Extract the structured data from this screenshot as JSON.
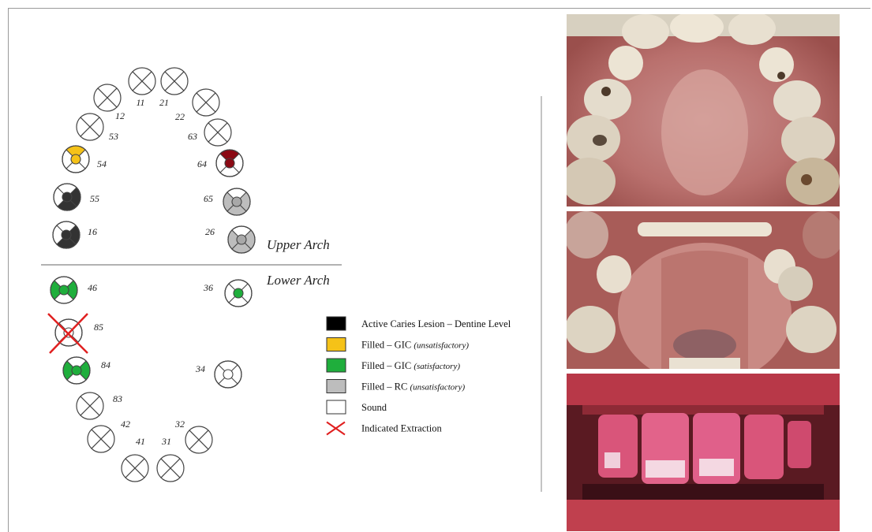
{
  "arch_labels": {
    "upper": "Upper Arch",
    "lower": "Lower Arch"
  },
  "teeth": [
    {
      "id": "11",
      "status": "sound"
    },
    {
      "id": "21",
      "status": "sound"
    },
    {
      "id": "12",
      "status": "sound"
    },
    {
      "id": "22",
      "status": "sound"
    },
    {
      "id": "53",
      "status": "sound"
    },
    {
      "id": "63",
      "status": "sound"
    },
    {
      "id": "54",
      "status": "filled-gic-unsatisfactory"
    },
    {
      "id": "64",
      "status": "active-caries"
    },
    {
      "id": "55",
      "status": "active-caries"
    },
    {
      "id": "65",
      "status": "filled-rc-unsatisfactory"
    },
    {
      "id": "16",
      "status": "active-caries"
    },
    {
      "id": "26",
      "status": "filled-rc-unsatisfactory"
    },
    {
      "id": "46",
      "status": "filled-gic-satisfactory"
    },
    {
      "id": "36",
      "status": "filled-gic-satisfactory"
    },
    {
      "id": "85",
      "status": "indicated-extraction"
    },
    {
      "id": "84",
      "status": "filled-gic-satisfactory"
    },
    {
      "id": "34",
      "status": "sound"
    },
    {
      "id": "83",
      "status": "sound"
    },
    {
      "id": "42",
      "status": "sound"
    },
    {
      "id": "32",
      "status": "sound"
    },
    {
      "id": "41",
      "status": "sound"
    },
    {
      "id": "31",
      "status": "sound"
    }
  ],
  "legend": [
    {
      "key": "active-caries",
      "label": "Active Caries Lesion – Dentine Level",
      "note": "",
      "color": "#000000"
    },
    {
      "key": "filled-gic-unsatisfactory",
      "label": "Filled – GIC ",
      "note": "(unsatisfactory)",
      "color": "#f5c218"
    },
    {
      "key": "filled-gic-satisfactory",
      "label": "Filled – GIC ",
      "note": "(satisfactory)",
      "color": "#1fae3c"
    },
    {
      "key": "filled-rc-unsatisfactory",
      "label": "Filled – RC ",
      "note": "(unsatisfactory)",
      "color": "#bdbdbd"
    },
    {
      "key": "sound",
      "label": "Sound",
      "note": "",
      "color": "#ffffff"
    },
    {
      "key": "indicated-extraction",
      "label": "Indicated Extraction",
      "note": "",
      "color": "#e02020"
    }
  ],
  "photos": [
    {
      "name": "upper-arch-photo"
    },
    {
      "name": "lower-arch-photo"
    },
    {
      "name": "frontal-disclosed-photo"
    }
  ]
}
